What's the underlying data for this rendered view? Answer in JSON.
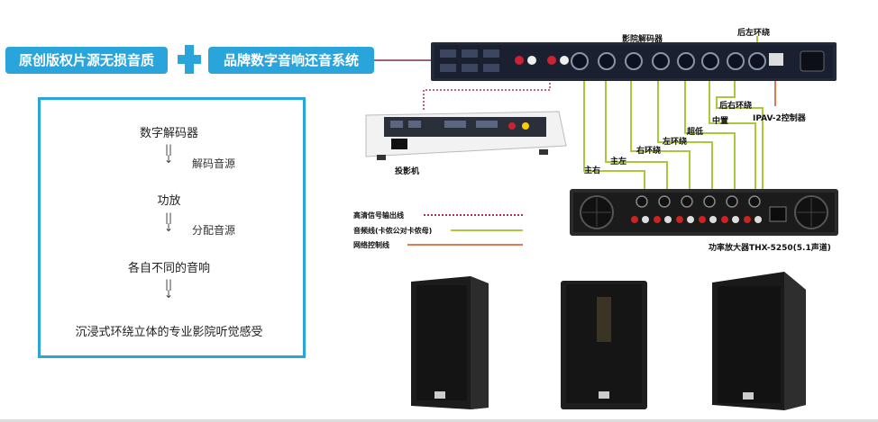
{
  "banner": {
    "left_text": "原创版权片源无损音质",
    "right_text": "品牌数字音响还音系统"
  },
  "flow": {
    "step1": "数字解码器",
    "note1": "解码音源",
    "step2": "功放",
    "note2": "分配音源",
    "step3": "各自不同的音响",
    "step4": "沉浸式环绕立体的专业影院听觉感受",
    "arrow": "||\n↓"
  },
  "diagram": {
    "decoder_label": "影院解码器",
    "projector_label": "投影机",
    "amp_label": "功率放大器THX-5250(5.1声道)",
    "controller_label": "IPAV-2控制器",
    "channels": {
      "rear_left": "后左环绕",
      "rear_right": "后右环绕",
      "center": "中置",
      "sub": "超低",
      "surround_left": "左环绕",
      "surround_right": "右环绕",
      "main_left": "主左",
      "main_right": "主右"
    },
    "legend": [
      {
        "label": "高清信号输出线",
        "color": "#a8325a",
        "style": "dotted"
      },
      {
        "label": "音频线(卡侬公对卡侬母)",
        "color": "#a9c93a",
        "style": "solid"
      },
      {
        "label": "网络控制线",
        "color": "#e07a50",
        "style": "solid"
      }
    ]
  },
  "colors": {
    "accent": "#2aa5dc",
    "audio_line": "#a9c93a",
    "hdmi_line": "#a8325a",
    "network_line": "#e07a50"
  }
}
